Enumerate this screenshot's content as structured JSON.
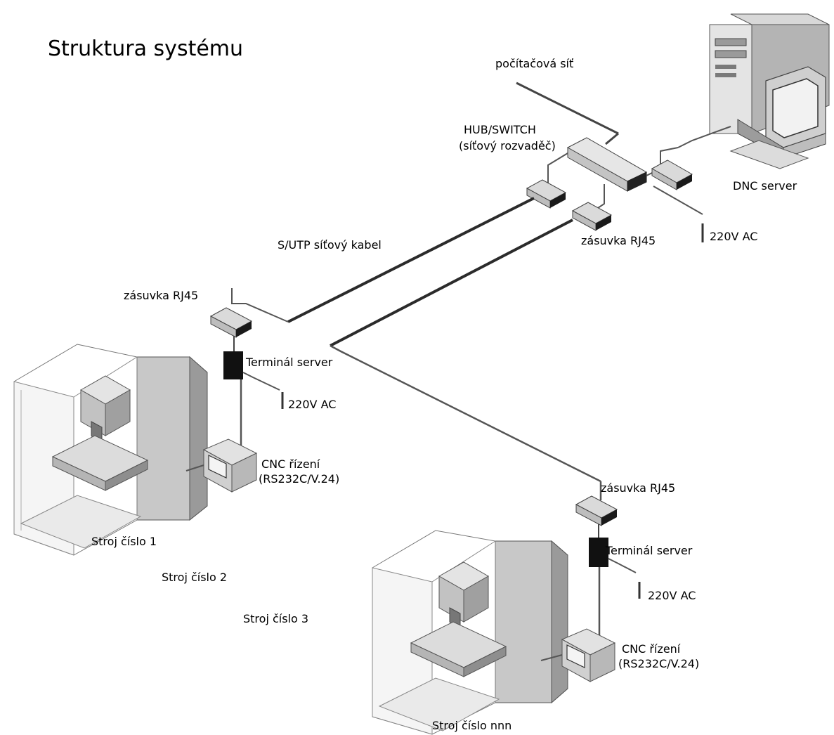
{
  "title": "Struktura systému",
  "labels": {
    "network": "počítačová síť",
    "hub_line1": "HUB/SWITCH",
    "hub_line2": "(síťový rozvaděč)",
    "dnc_server": "DNC server",
    "cable": "S/UTP síťový kabel",
    "socket_top": "zásuvka RJ45",
    "power_top": "220V AC",
    "socket_left": "zásuvka RJ45",
    "terminal_left": "Terminál server",
    "power_left": "220V AC",
    "cnc_left_line1": "CNC řízení",
    "cnc_left_line2": "(RS232C/V.24)",
    "machine_1": "Stroj číslo 1",
    "machine_2": "Stroj číslo 2",
    "machine_3": "Stroj číslo 3",
    "socket_right": "zásuvka RJ45",
    "terminal_right": "Terminál server",
    "power_right": "220V AC",
    "cnc_right_line1": "CNC řízení",
    "cnc_right_line2": "(RS232C/V.24)",
    "machine_nnn": "Stroj číslo nnn"
  }
}
